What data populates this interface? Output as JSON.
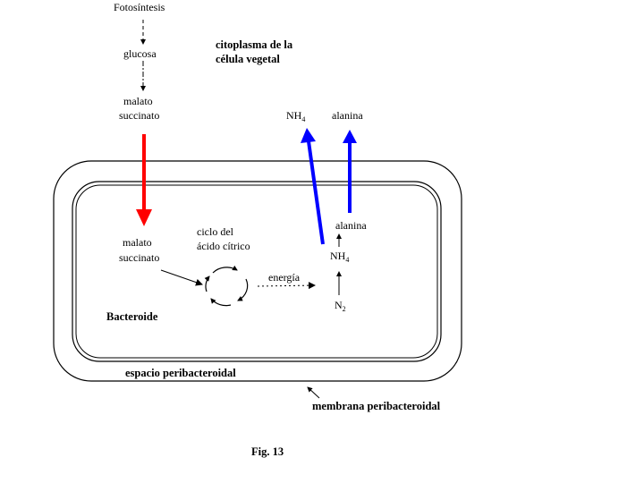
{
  "labels": {
    "fotosintesis": "Fotosíntesis",
    "glucosa": "glucosa",
    "malato_top": "malato",
    "succinato_top": "succinato",
    "citoplasma_1": "citoplasma de la",
    "citoplasma_2": "célula vegetal",
    "nh4_top": "NH",
    "nh4_top_sub": "4",
    "alanina_top": "alanina",
    "malato_in": "malato",
    "succinato_in": "succinato",
    "ciclo_1": "ciclo del",
    "ciclo_2": "ácido cítrico",
    "energia": "energía",
    "alanina_in": "alanina",
    "nh4_in": "NH",
    "nh4_in_sub": "4",
    "n2": "N",
    "n2_sub": "2",
    "bacteroide": "Bacteroide",
    "espacio": "espacio peribacteroidal",
    "membrana": "membrana peribacteroidal",
    "fig": "Fig. 13"
  },
  "colors": {
    "red_arrow": "#ff0000",
    "blue_arrow": "#0000ff",
    "line": "#000000"
  }
}
